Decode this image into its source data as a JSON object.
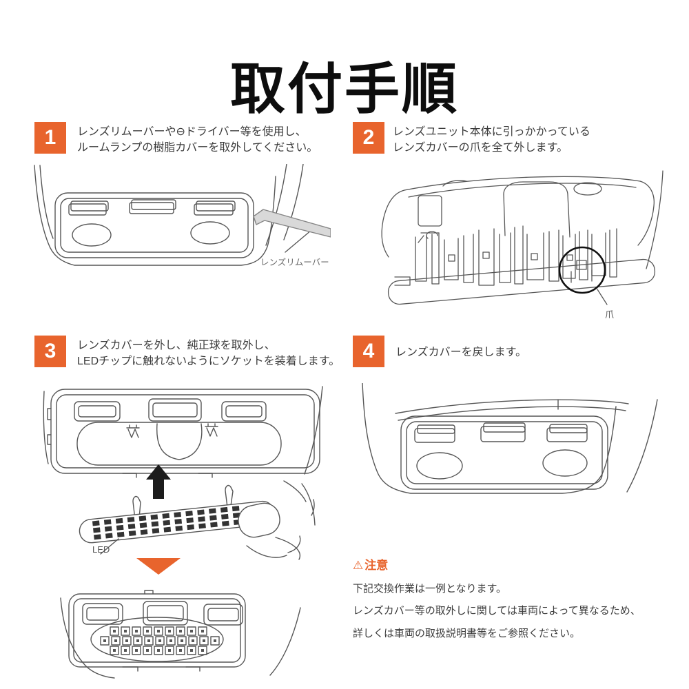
{
  "page": {
    "title": "取付手順"
  },
  "colors": {
    "accent_orange": "#E8642D",
    "text": "#3b3b3b",
    "line_art": "#565656",
    "highlight_circle": "#111111"
  },
  "steps": [
    {
      "number": "1",
      "lines": [
        "レンズリムーバーや⊖ドライバー等を使用し、",
        "ルームランプの樹脂カバーを取外してください。"
      ]
    },
    {
      "number": "2",
      "lines": [
        "レンズユニット本体に引っかかっている",
        "レンズカバーの爪を全て外します。"
      ]
    },
    {
      "number": "3",
      "lines": [
        "レンズカバーを外し、純正球を取外し、",
        "LEDチップに触れないようにソケットを装着します。"
      ]
    },
    {
      "number": "4",
      "lines": [
        "レンズカバーを戻します。"
      ]
    }
  ],
  "illustration_labels": {
    "lens_remover": "レンズリムーバー",
    "claw": "爪",
    "led": "LED"
  },
  "caution": {
    "icon": "⚠",
    "heading": "注意",
    "lines": [
      "下記交換作業は一例となります。",
      "レンズカバー等の取外しに関しては車両によって異なるため、",
      "詳しくは車両の取扱説明書等をご参照ください。"
    ]
  }
}
